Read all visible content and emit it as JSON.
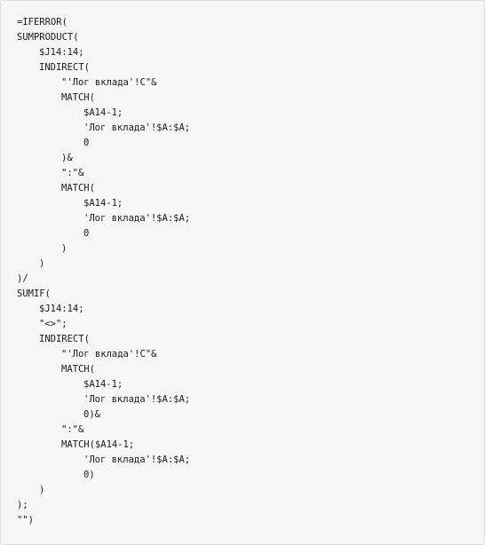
{
  "code_block": {
    "lines": [
      "=IFERROR(",
      "SUMPRODUCT(",
      "$J14:14;",
      "INDIRECT(",
      "\"'Лог вклада'!C\"&",
      "MATCH(",
      "$A14-1;",
      "'Лог вклада'!$A:$A;",
      "0",
      ")&",
      "\":\"&",
      "MATCH(",
      "$A14-1;",
      "'Лог вклада'!$A:$A;",
      "0",
      ")",
      ")",
      ")/",
      "SUMIF(",
      "$J14:14;",
      "\"<>\";",
      "INDIRECT(",
      "\"'Лог вклада'!C\"&",
      "MATCH(",
      "$A14-1;",
      "'Лог вклада'!$A:$A;",
      "0)&",
      "\":\"&",
      "MATCH($A14-1;",
      "'Лог вклада'!$A:$A;",
      "0)",
      ")",
      ");",
      "\"\")"
    ]
  }
}
